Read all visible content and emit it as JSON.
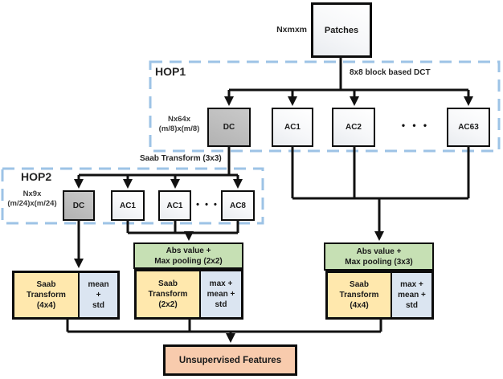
{
  "colors": {
    "line": "#111111",
    "dashed_border": "#9dc3e6",
    "gray_fill": "#bfbfbf",
    "green_fill": "#c6e0b4",
    "yellow_fill": "#ffe8ad",
    "blue_fill": "#dbe5f1",
    "orange_fill": "#f8cbad",
    "box_border": "#0c0c0c"
  },
  "diagram": {
    "input": {
      "dim": "Nxmxm",
      "label": "Patches"
    },
    "hop1": {
      "title": "HOP1",
      "transform_label": "8x8 block based DCT",
      "dim": [
        "Nx64x",
        "(m/8)x(m/8)"
      ],
      "nodes": [
        "DC",
        "AC1",
        "AC2",
        "AC63"
      ],
      "ellipsis": "• • •"
    },
    "hop2": {
      "title": "HOP2",
      "transform_label": "Saab Transform (3x3)",
      "dim": [
        "Nx9x",
        "(m/24)x(m/24)"
      ],
      "nodes": [
        "DC",
        "AC1",
        "AC1",
        "AC8"
      ],
      "ellipsis": "• • •"
    },
    "pooling": {
      "mid": [
        "Abs value +",
        "Max pooling (2x2)"
      ],
      "right": [
        "Abs value +",
        "Max pooling (3x3)"
      ]
    },
    "feature_blocks": {
      "left": {
        "saab": [
          "Saab",
          "Transform",
          "(4x4)"
        ],
        "agg": [
          "mean",
          "+",
          "std"
        ]
      },
      "mid": {
        "saab": [
          "Saab",
          "Transform",
          "(2x2)"
        ],
        "agg": [
          "max +",
          "mean +",
          "std"
        ]
      },
      "right": {
        "saab": [
          "Saab",
          "Transform",
          "(4x4)"
        ],
        "agg": [
          "max +",
          "mean +",
          "std"
        ]
      }
    },
    "output": {
      "label": "Unsupervised Features"
    }
  }
}
